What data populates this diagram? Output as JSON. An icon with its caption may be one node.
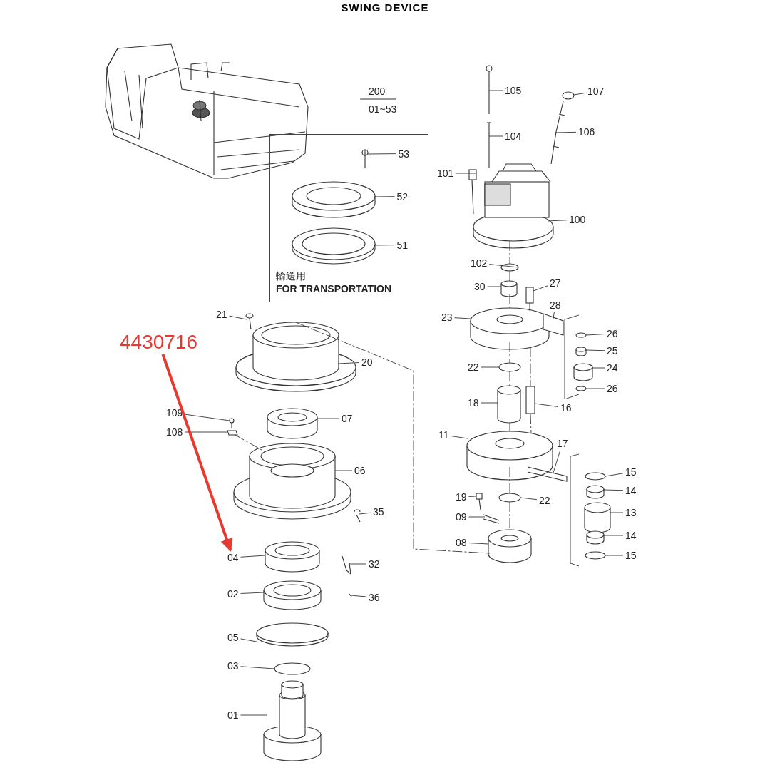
{
  "diagram": {
    "title": "SWING DEVICE",
    "nodes": [
      {
        "text": [
          "輸送用",
          "FOR TRANSPORTATION"
        ]
      },
      {
        "text": [
          "53"
        ],
        "in": 0
      },
      {
        "text": [
          "52"
        ],
        "in": 0
      },
      {
        "text": [
          "51"
        ],
        "in": 0
      },
      {
        "text": [
          "105"
        ]
      },
      {
        "text": [
          "107"
        ]
      },
      {
        "text": [
          "104"
        ]
      },
      {
        "text": [
          "106"
        ]
      },
      {
        "text": [
          "101"
        ]
      },
      {
        "text": [
          "100"
        ]
      },
      {
        "text": [
          "102"
        ]
      },
      {
        "text": [
          "27"
        ]
      },
      {
        "text": [
          "30"
        ]
      },
      {
        "text": [
          "23"
        ]
      },
      {
        "text": [
          "28"
        ]
      },
      {
        "text": [
          "26"
        ]
      },
      {
        "text": [
          "25"
        ]
      },
      {
        "text": [
          "24"
        ]
      },
      {
        "text": [
          "26"
        ]
      },
      {
        "text": [
          "22"
        ]
      },
      {
        "text": [
          "18"
        ]
      },
      {
        "text": [
          "16"
        ]
      },
      {
        "text": [
          "11"
        ]
      },
      {
        "text": [
          "17"
        ]
      },
      {
        "text": [
          "15"
        ]
      },
      {
        "text": [
          "14"
        ]
      },
      {
        "text": [
          "19"
        ]
      },
      {
        "text": [
          "22"
        ]
      },
      {
        "text": [
          "09"
        ]
      },
      {
        "text": [
          "13"
        ]
      },
      {
        "text": [
          "14"
        ]
      },
      {
        "text": [
          "08"
        ]
      },
      {
        "text": [
          "15"
        ]
      },
      {
        "text": [
          "21"
        ]
      },
      {
        "text": [
          "20"
        ]
      },
      {
        "text": [
          "109"
        ]
      },
      {
        "text": [
          "07"
        ]
      },
      {
        "text": [
          "108"
        ]
      },
      {
        "text": [
          "06"
        ]
      },
      {
        "text": [
          "35"
        ]
      },
      {
        "text": [
          "04"
        ]
      },
      {
        "text": [
          "32"
        ]
      },
      {
        "text": [
          "02"
        ]
      },
      {
        "text": [
          "36"
        ]
      },
      {
        "text": [
          "05"
        ]
      },
      {
        "text": [
          "03"
        ]
      },
      {
        "text": [
          "01"
        ]
      },
      {
        "text": [
          "4430716"
        ]
      },
      {
        "text": [],
        "shape": "picture",
        "in": 0
      },
      {
        "text": [],
        "shape": "cylinder",
        "in": 0
      },
      {
        "text": [],
        "shape": "cylinder",
        "in": 0
      },
      {
        "text": [],
        "shape": "picture"
      },
      {
        "text": [],
        "shape": "circle"
      },
      {
        "text": [],
        "shape": "picture"
      },
      {
        "text": [],
        "shape": "picture"
      },
      {
        "text": [],
        "shape": "picture"
      },
      {
        "text": [],
        "shape": "picture"
      },
      {
        "text": [],
        "shape": "circle"
      },
      {
        "text": [],
        "shape": "box"
      },
      {
        "text": [],
        "shape": "cylinder"
      },
      {
        "text": [],
        "shape": "cylinder"
      },
      {
        "text": [],
        "shape": "box"
      },
      {
        "text": [],
        "shape": "circle"
      },
      {
        "text": [],
        "shape": "cylinder"
      },
      {
        "text": [],
        "shape": "cylinder"
      },
      {
        "text": [],
        "shape": "circle"
      },
      {
        "text": [],
        "shape": "circle"
      },
      {
        "text": [],
        "shape": "cylinder"
      },
      {
        "text": [],
        "shape": "box"
      },
      {
        "text": [],
        "shape": "cylinder"
      },
      {
        "text": [],
        "shape": "picture"
      },
      {
        "text": [],
        "shape": "circle"
      },
      {
        "text": [],
        "shape": "cylinder"
      },
      {
        "text": [],
        "shape": "picture"
      },
      {
        "text": [],
        "shape": "circle"
      },
      {
        "text": [],
        "shape": "picture"
      },
      {
        "text": [],
        "shape": "cylinder"
      },
      {
        "text": [],
        "shape": "cylinder"
      },
      {
        "text": [],
        "shape": "cylinder"
      },
      {
        "text": [],
        "shape": "circle"
      },
      {
        "text": [],
        "shape": "picture"
      },
      {
        "text": [],
        "shape": "cylinder"
      },
      {
        "text": [],
        "shape": "picture"
      },
      {
        "text": [],
        "shape": "cylinder"
      },
      {
        "text": [],
        "shape": "box"
      },
      {
        "text": [],
        "shape": "cylinder"
      },
      {
        "text": [],
        "shape": "picture"
      },
      {
        "text": [],
        "shape": "cylinder"
      },
      {
        "text": [],
        "shape": "picture"
      },
      {
        "text": [],
        "shape": "cylinder"
      },
      {
        "text": [],
        "shape": "picture"
      },
      {
        "text": [],
        "shape": "cylinder"
      },
      {
        "text": [],
        "shape": "circle"
      },
      {
        "text": [],
        "shape": "cylinder"
      }
    ],
    "edges": [
      {
        "from": 1,
        "to": 48,
        "arrow": "none"
      },
      {
        "from": 2,
        "to": 49,
        "arrow": "none"
      },
      {
        "from": 3,
        "to": 50,
        "arrow": "none"
      },
      {
        "from": 4,
        "to": 51,
        "arrow": "none"
      },
      {
        "from": 5,
        "to": 52,
        "arrow": "none"
      },
      {
        "from": 6,
        "to": 53,
        "arrow": "none"
      },
      {
        "from": 7,
        "to": 54,
        "arrow": "none"
      },
      {
        "from": 8,
        "to": 55,
        "arrow": "none"
      },
      {
        "from": 9,
        "to": 56,
        "arrow": "none"
      },
      {
        "from": 10,
        "to": 57,
        "arrow": "none"
      },
      {
        "from": 11,
        "to": 58,
        "arrow": "none"
      },
      {
        "from": 12,
        "to": 59,
        "arrow": "none"
      },
      {
        "from": 13,
        "to": 60,
        "arrow": "none"
      },
      {
        "from": 14,
        "to": 61,
        "arrow": "none"
      },
      {
        "from": 15,
        "to": 62,
        "arrow": "none"
      },
      {
        "from": 16,
        "to": 63,
        "arrow": "none"
      },
      {
        "from": 17,
        "to": 64,
        "arrow": "none"
      },
      {
        "from": 18,
        "to": 65,
        "arrow": "none"
      },
      {
        "from": 19,
        "to": 66,
        "arrow": "none"
      },
      {
        "from": 20,
        "to": 67,
        "arrow": "none"
      },
      {
        "from": 21,
        "to": 68,
        "arrow": "none"
      },
      {
        "from": 22,
        "to": 69,
        "arrow": "none"
      },
      {
        "from": 23,
        "to": 70,
        "arrow": "none"
      },
      {
        "from": 24,
        "to": 71,
        "arrow": "none"
      },
      {
        "from": 25,
        "to": 72,
        "arrow": "none"
      },
      {
        "from": 26,
        "to": 73,
        "arrow": "none"
      },
      {
        "from": 27,
        "to": 74,
        "arrow": "none"
      },
      {
        "from": 28,
        "to": 75,
        "arrow": "none"
      },
      {
        "from": 29,
        "to": 76,
        "arrow": "none"
      },
      {
        "from": 30,
        "to": 77,
        "arrow": "none"
      },
      {
        "from": 31,
        "to": 78,
        "arrow": "none"
      },
      {
        "from": 32,
        "to": 79,
        "arrow": "none"
      },
      {
        "from": 33,
        "to": 80,
        "arrow": "none"
      },
      {
        "from": 34,
        "to": 81,
        "arrow": "none"
      },
      {
        "from": 35,
        "to": 82,
        "arrow": "none"
      },
      {
        "from": 36,
        "to": 83,
        "arrow": "none"
      },
      {
        "from": 37,
        "to": 84,
        "arrow": "none"
      },
      {
        "from": 38,
        "to": 85,
        "arrow": "none"
      },
      {
        "from": 39,
        "to": 86,
        "arrow": "none"
      },
      {
        "from": 40,
        "to": 87,
        "arrow": "none"
      },
      {
        "from": 41,
        "to": 88,
        "arrow": "none"
      },
      {
        "from": 42,
        "to": 89,
        "arrow": "none"
      },
      {
        "from": 43,
        "to": 90,
        "arrow": "none"
      },
      {
        "from": 44,
        "to": 91,
        "arrow": "none"
      },
      {
        "from": 45,
        "to": 92,
        "arrow": "none"
      },
      {
        "from": 46,
        "to": 93,
        "arrow": "none"
      },
      {
        "from": 47,
        "to": 40,
        "arrow": "to",
        "style": "thick",
        "color": "#e8382f"
      },
      {
        "from": 56,
        "to": 57,
        "arrow": "none",
        "style": "dashed"
      },
      {
        "from": 57,
        "to": 59,
        "arrow": "none",
        "style": "dashed"
      },
      {
        "from": 59,
        "to": 60,
        "arrow": "none",
        "style": "dashed"
      },
      {
        "from": 60,
        "to": 66,
        "arrow": "none",
        "style": "dashed"
      },
      {
        "from": 66,
        "to": 67,
        "arrow": "none",
        "style": "dashed"
      },
      {
        "from": 67,
        "to": 69,
        "arrow": "none",
        "style": "dashed"
      },
      {
        "from": 69,
        "to": 74,
        "arrow": "none",
        "style": "dashed"
      },
      {
        "from": 74,
        "to": 78,
        "arrow": "none",
        "style": "dashed"
      },
      {
        "from": 58,
        "to": 60,
        "arrow": "none",
        "style": "dashed"
      },
      {
        "from": 60,
        "to": 68,
        "arrow": "none",
        "style": "dashed"
      },
      {
        "from": 68,
        "to": 69,
        "arrow": "none",
        "style": "dashed"
      },
      {
        "from": 81,
        "to": 78,
        "arrow": "none",
        "style": "dashed"
      },
      {
        "from": 84,
        "to": 85,
        "arrow": "none",
        "style": "dashed"
      }
    ],
    "labels": [
      "200",
      "01~53"
    ]
  }
}
